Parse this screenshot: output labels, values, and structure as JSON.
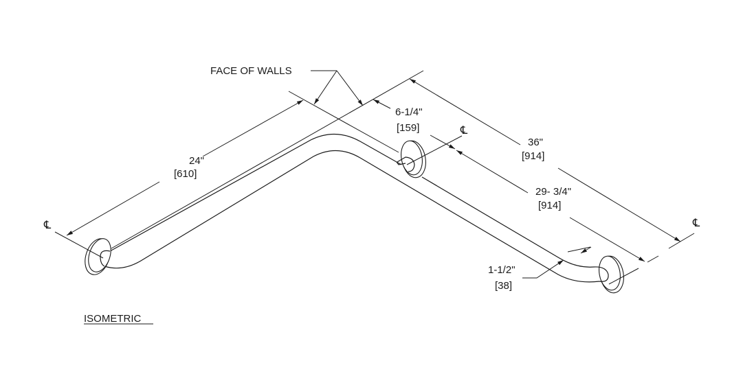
{
  "labels": {
    "face_of_walls": "FACE OF WALLS",
    "view_title": "ISOMETRIC",
    "centerline_symbol": "℄"
  },
  "dimensions": {
    "left_arm": {
      "imperial": "24\"",
      "metric": "[610]"
    },
    "wall_offset": {
      "imperial": "6-1/4\"",
      "metric": "[159]"
    },
    "right_arm_overall": {
      "imperial": "36\"",
      "metric": "[914]"
    },
    "right_arm_flange": {
      "imperial": "29- 3/4\"",
      "metric": "[914]"
    },
    "tube_diameter": {
      "imperial": "1-1/2\"",
      "metric": "[38]"
    }
  }
}
